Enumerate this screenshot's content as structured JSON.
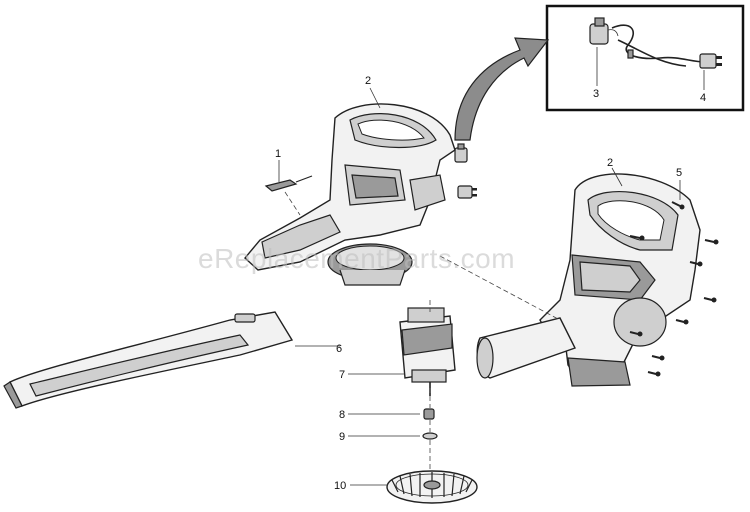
{
  "watermark": "eReplacementParts.com",
  "callouts": {
    "p1": "1",
    "p2_left": "2",
    "p2_right": "2",
    "p3": "3",
    "p4": "4",
    "p5": "5",
    "p6": "6",
    "p7": "7",
    "p8": "8",
    "p9": "9",
    "p10": "10"
  },
  "colors": {
    "line": "#222222",
    "shade_dark": "#9a9a9a",
    "shade_mid": "#cfcfcf",
    "watermark": "#bdbdbd"
  }
}
